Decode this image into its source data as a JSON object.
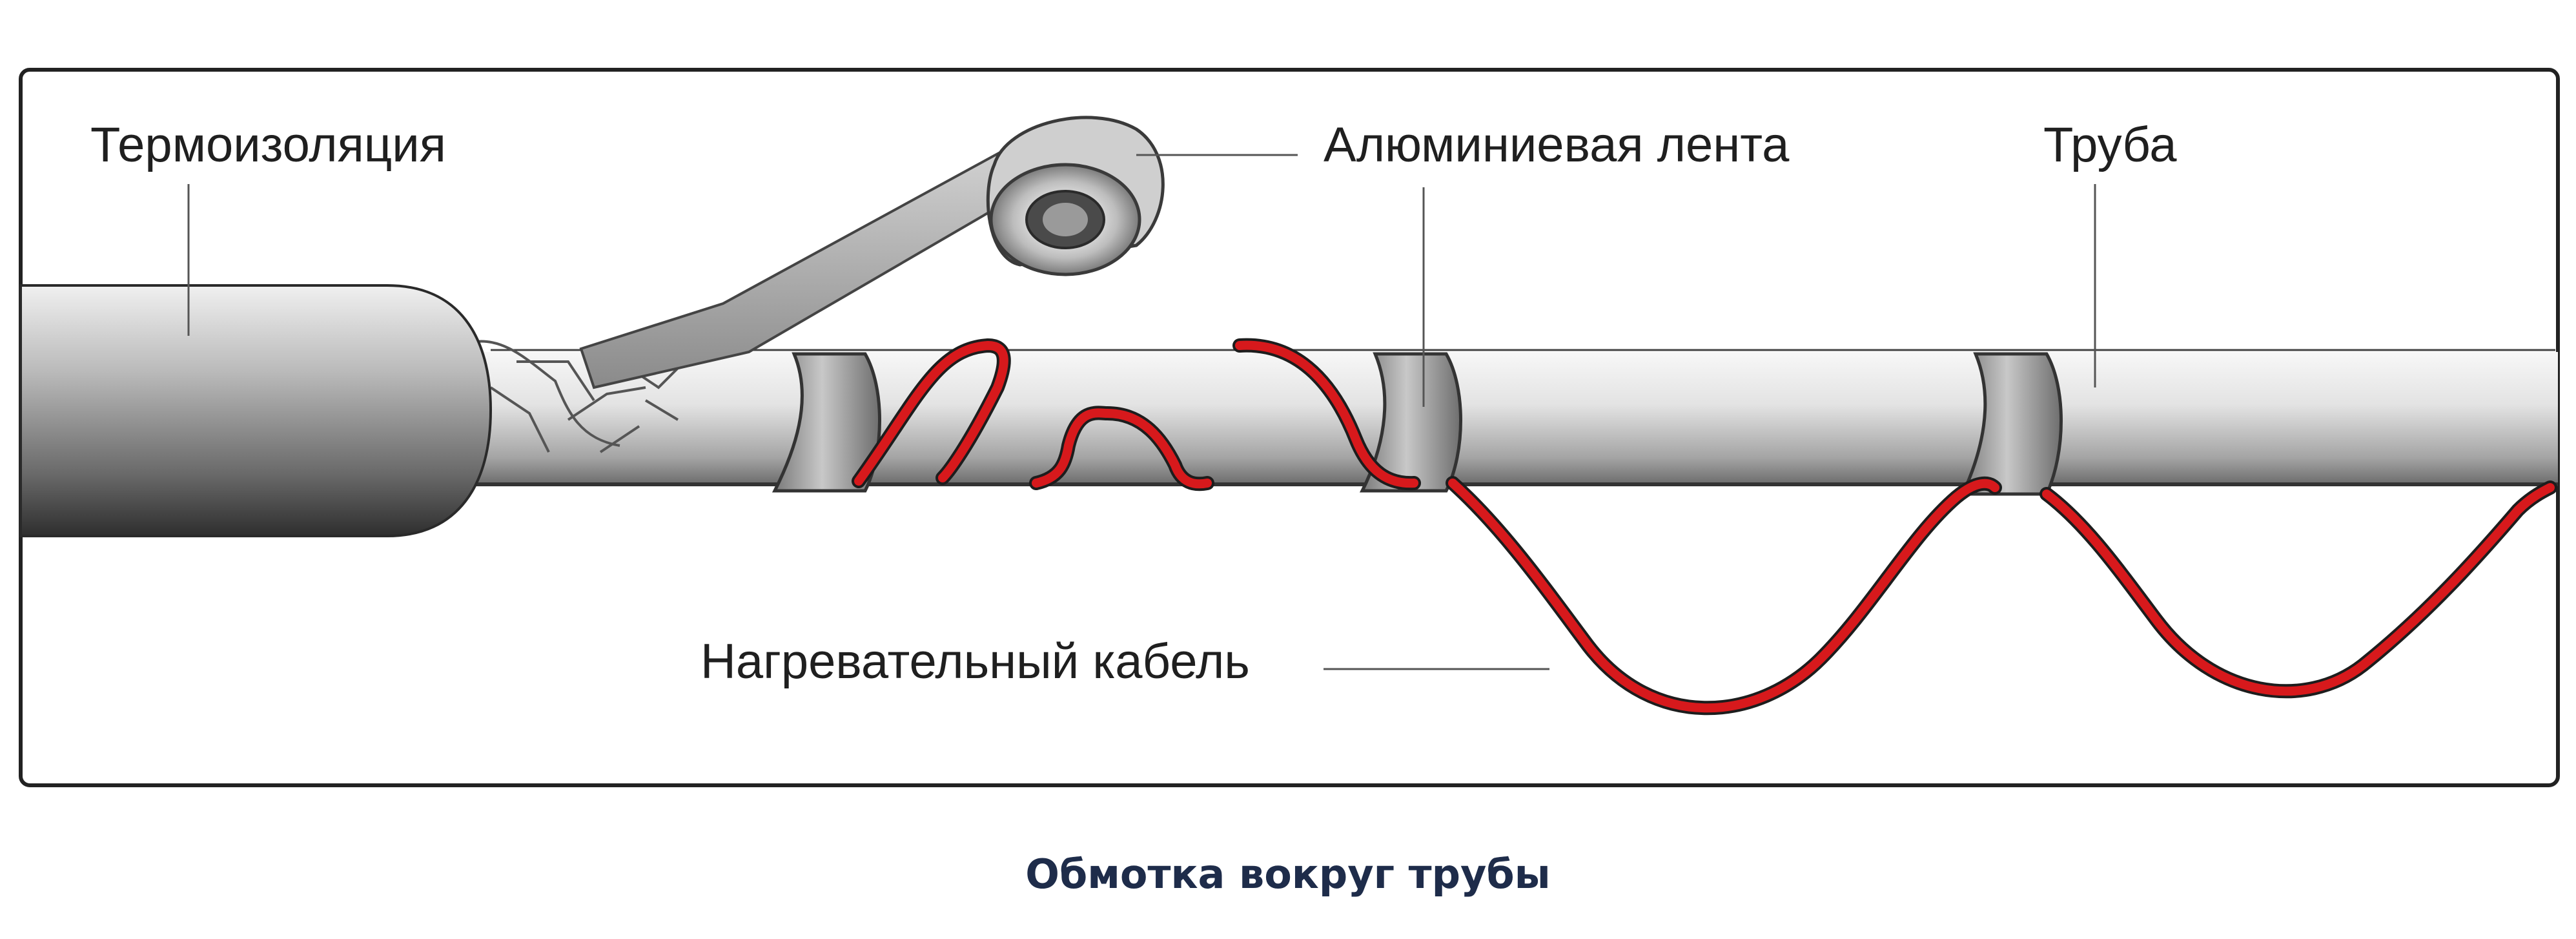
{
  "labels": {
    "insulation": "Термоизоляция",
    "aluminum_tape": "Алюминиевая лента",
    "pipe": "Труба",
    "heating_cable": "Нагревательный кабель"
  },
  "caption": "Обмотка вокруг трубы",
  "colors": {
    "frame": "#222222",
    "cable": "#d7191c",
    "caption": "#1e2c4a",
    "leader_line": "#555555"
  }
}
